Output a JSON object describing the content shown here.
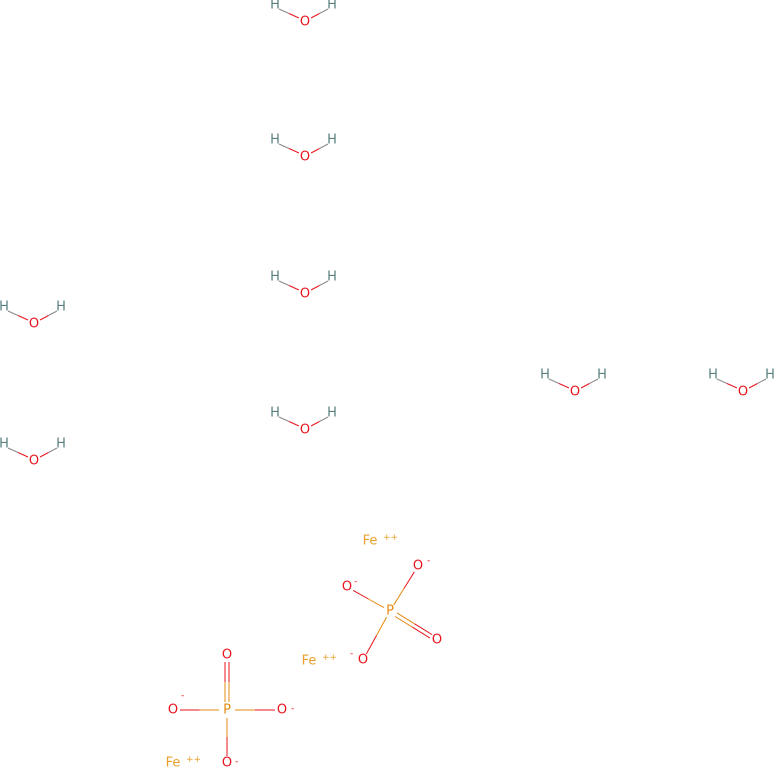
{
  "colors": {
    "background": "#ffffff",
    "H": "#5a7f7f",
    "O": "#e8141c",
    "P": "#e38a10",
    "Fe": "#e8a02c",
    "bond_P": "#e38a10",
    "bond_O": "#e8141c",
    "bond_H": "#888888"
  },
  "elements": {
    "H": "H",
    "O": "O",
    "P": "P",
    "Fe": "Fe"
  },
  "charges": {
    "minus": "-",
    "plus2": "++"
  },
  "water_molecules_count": 8,
  "phosphate_ions_count": 2,
  "iron_ions_count": 3
}
